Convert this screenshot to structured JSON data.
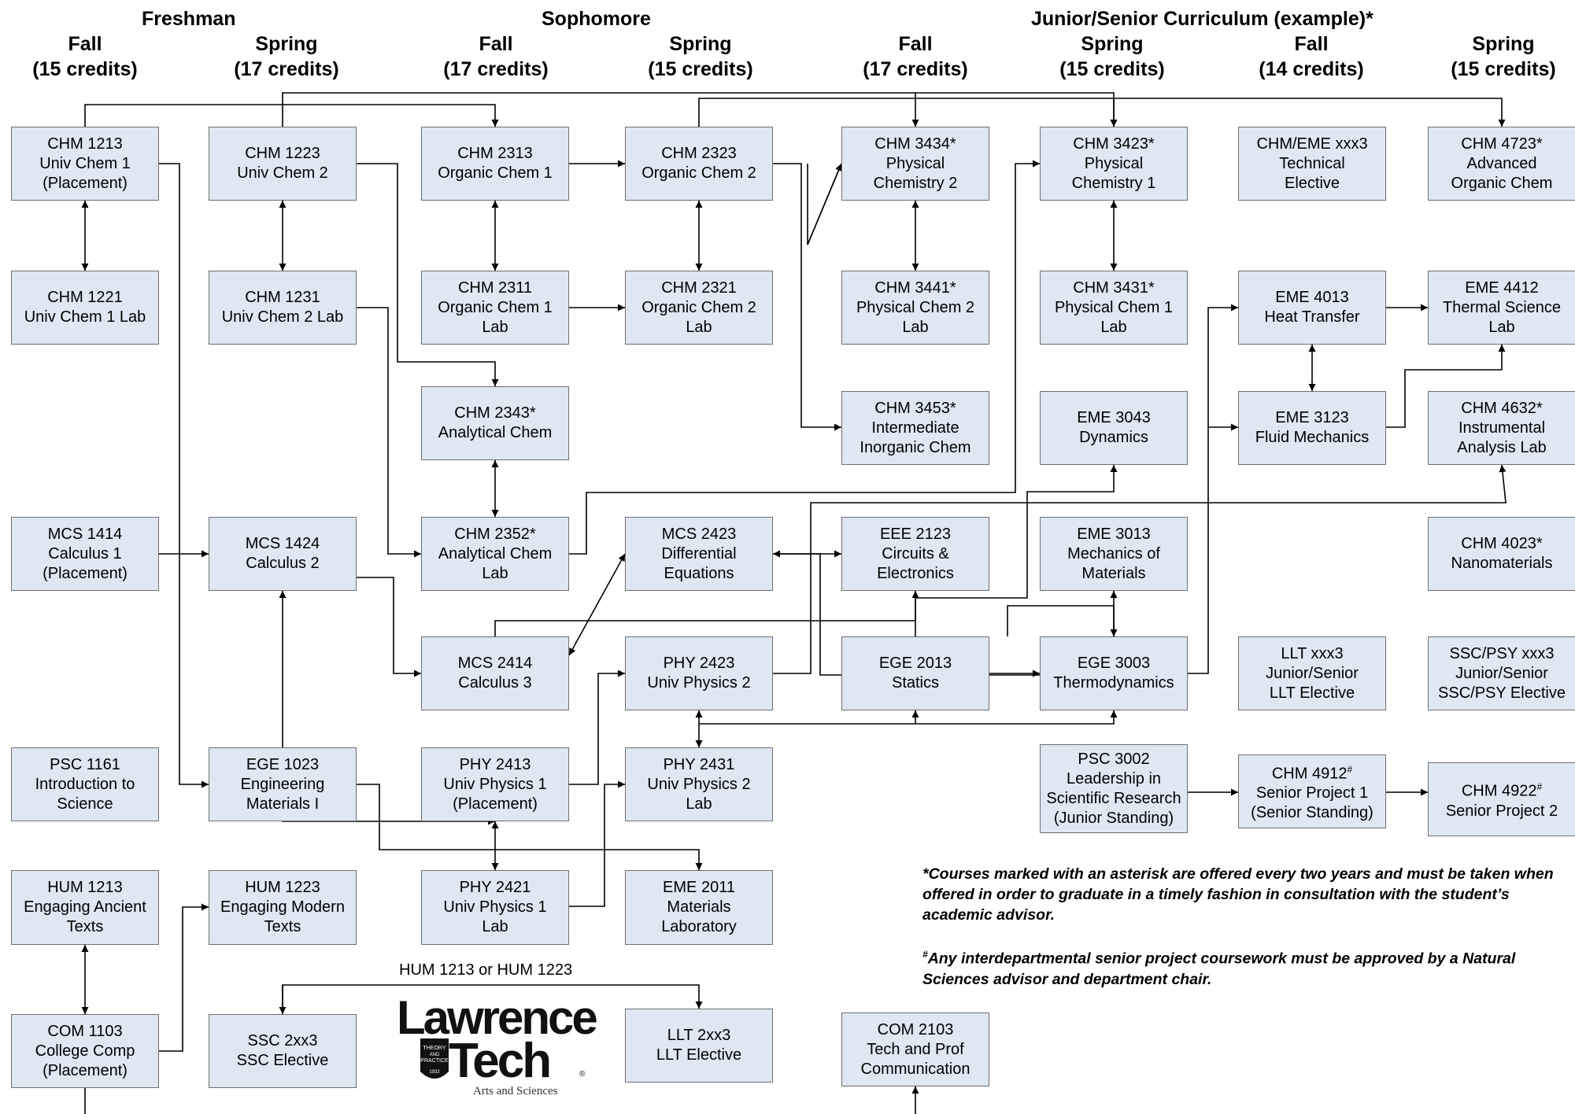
{
  "headers": {
    "freshman": "Freshman",
    "sophomore": "Sophomore",
    "junior_senior": "Junior/Senior Curriculum (example)*",
    "fall": "Fall",
    "spring": "Spring",
    "credits": [
      "(15 credits)",
      "(17 credits)",
      "(17 credits)",
      "(15 credits)",
      "(17 credits)",
      "(15 credits)",
      "(14 credits)",
      "(15 credits)"
    ]
  },
  "courses": {
    "chm1213": [
      "CHM 1213",
      "Univ Chem 1",
      "(Placement)"
    ],
    "chm1221": [
      "CHM 1221",
      "Univ Chem 1 Lab"
    ],
    "mcs1414": [
      "MCS 1414",
      "Calculus 1",
      "(Placement)"
    ],
    "psc1161": [
      "PSC 1161",
      "Introduction to",
      "Science"
    ],
    "hum1213": [
      "HUM 1213",
      "Engaging Ancient",
      "Texts"
    ],
    "com1103": [
      "COM 1103",
      "College Comp",
      "(Placement)"
    ],
    "chm1223": [
      "CHM 1223",
      "Univ Chem 2"
    ],
    "chm1231": [
      "CHM 1231",
      "Univ Chem 2 Lab"
    ],
    "mcs1424": [
      "MCS 1424",
      "Calculus 2"
    ],
    "ege1023": [
      "EGE 1023",
      "Engineering",
      "Materials I"
    ],
    "hum1223": [
      "HUM 1223",
      "Engaging Modern",
      "Texts"
    ],
    "ssc2xx3": [
      "SSC 2xx3",
      "SSC Elective"
    ],
    "chm2313": [
      "CHM 2313",
      "Organic Chem 1"
    ],
    "chm2311": [
      "CHM 2311",
      "Organic Chem 1",
      "Lab"
    ],
    "chm2343": [
      "CHM 2343*",
      "Analytical Chem"
    ],
    "chm2352": [
      "CHM 2352*",
      "Analytical Chem",
      "Lab"
    ],
    "mcs2414": [
      "MCS 2414",
      "Calculus 3"
    ],
    "phy2413": [
      "PHY 2413",
      "Univ Physics 1",
      "(Placement)"
    ],
    "phy2421": [
      "PHY 2421",
      "Univ Physics 1",
      "Lab"
    ],
    "chm2323": [
      "CHM 2323",
      "Organic Chem 2"
    ],
    "chm2321": [
      "CHM 2321",
      "Organic Chem 2",
      "Lab"
    ],
    "mcs2423": [
      "MCS 2423",
      "Differential",
      "Equations"
    ],
    "phy2423": [
      "PHY 2423",
      "Univ Physics 2"
    ],
    "phy2431": [
      "PHY 2431",
      "Univ Physics 2",
      "Lab"
    ],
    "eme2011": [
      "EME 2011",
      "Materials",
      "Laboratory"
    ],
    "llt2xx3": [
      "LLT 2xx3",
      "LLT Elective"
    ],
    "chm3434": [
      "CHM 3434*",
      "Physical",
      "Chemistry 2"
    ],
    "chm3441": [
      "CHM 3441*",
      "Physical Chem 2",
      "Lab"
    ],
    "chm3453": [
      "CHM 3453*",
      "Intermediate",
      "Inorganic Chem"
    ],
    "eee2123": [
      "EEE 2123",
      "Circuits &",
      "Electronics"
    ],
    "ege2013": [
      "EGE 2013",
      "Statics"
    ],
    "com2103": [
      "COM 2103",
      "Tech and Prof",
      "Communication"
    ],
    "chm3423": [
      "CHM 3423*",
      "Physical",
      "Chemistry 1"
    ],
    "chm3431": [
      "CHM 3431*",
      "Physical Chem 1",
      "Lab"
    ],
    "eme3043": [
      "EME 3043",
      "Dynamics"
    ],
    "eme3013": [
      "EME 3013",
      "Mechanics of",
      "Materials"
    ],
    "ege3003": [
      "EGE 3003",
      "Thermodynamics"
    ],
    "psc3002": [
      "PSC 3002",
      "Leadership in",
      "Scientific Research",
      "(Junior Standing)"
    ],
    "chmeme_xxx3": [
      "CHM/EME xxx3",
      "Technical",
      "Elective"
    ],
    "eme4013": [
      "EME 4013",
      "Heat Transfer"
    ],
    "eme3123": [
      "EME 3123",
      "Fluid Mechanics"
    ],
    "lltxxx3": [
      "LLT xxx3",
      "Junior/Senior",
      "LLT Elective"
    ],
    "chm4912": [
      "CHM 4912",
      "Senior Project 1",
      "(Senior Standing)"
    ],
    "chm4723": [
      "CHM 4723*",
      "Advanced",
      "Organic Chem"
    ],
    "eme4412": [
      "EME 4412",
      "Thermal Science",
      "Lab"
    ],
    "chm4632": [
      "CHM 4632*",
      "Instrumental",
      "Analysis Lab"
    ],
    "chm4023": [
      "CHM 4023*",
      "Nanomaterials"
    ],
    "sscpsy": [
      "SSC/PSY xxx3",
      "Junior/Senior",
      "SSC/PSY Elective"
    ],
    "chm4922": [
      "CHM 4922",
      "Senior Project 2"
    ]
  },
  "hum_choice_label": "HUM 1213 or HUM 1223",
  "notes": {
    "asterisk": "*Courses marked with an asterisk are offered every two years and must be taken when offered in order to graduate in a timely fashion in consultation with the student’s academic advisor.",
    "hash_mark": "#",
    "hash_text": "Any interdepartmental senior project coursework must be approved by a Natural Sciences advisor and department chair."
  },
  "logo": {
    "line1": "Lawrence",
    "line2": "Tech",
    "seal_top": "THEORY",
    "seal_mid": "AND",
    "seal_bottom": "PRACTICE",
    "seal_year": "1932",
    "registered": "®",
    "subtitle": "Arts and Sciences"
  },
  "colors": {
    "box_fill": "#dfe7f3",
    "box_border": "#6f6f6f",
    "line": "#000000"
  }
}
